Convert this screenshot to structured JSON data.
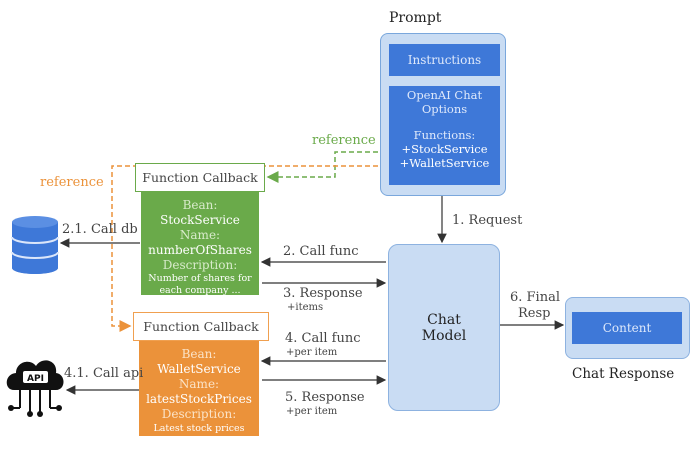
{
  "prompt": {
    "title": "Prompt",
    "instructions": "Instructions",
    "options_line1": "OpenAI Chat",
    "options_line2": "Options",
    "functions_label": "Functions:",
    "function_1": "StockService",
    "function_2": "WalletService"
  },
  "model": {
    "line1": "Chat",
    "line2": "Model"
  },
  "response": {
    "content": "Content",
    "title": "Chat Response"
  },
  "callbacks": [
    {
      "header": "Function Callback",
      "bean_label": "Bean:",
      "bean": "StockService",
      "name_label": "Name:",
      "name": "numberOfShares",
      "description_label": "Description:",
      "description_line1": "Number of shares for",
      "description_line2": "each company ..."
    },
    {
      "header": "Function Callback",
      "bean_label": "Bean:",
      "bean": "WalletService",
      "name_label": "Name:",
      "name": "latestStockPrices",
      "description_label": "Description:",
      "description_line1": "Latest stock prices"
    }
  ],
  "labels": {
    "reference_green": "reference",
    "reference_orange": "reference",
    "request": "1. Request",
    "call_db": "2.1. Call db",
    "call_func": "2. Call func",
    "response": "3. Response",
    "response_sub": "+items",
    "call_func_4": "4. Call func",
    "call_func_4_sub": "+per item",
    "call_api": "4.1. Call api",
    "response_5": "5. Response",
    "response_5_sub": "+per item",
    "final_resp_line1": "6. Final",
    "final_resp_line2": "Resp"
  },
  "icons": [
    "database-icon",
    "api-cloud-icon"
  ],
  "colors": {
    "green": "#6aaa4a",
    "orange": "#eb923a",
    "blue": "#3e78d8",
    "light_blue": "#c9dcf3"
  }
}
